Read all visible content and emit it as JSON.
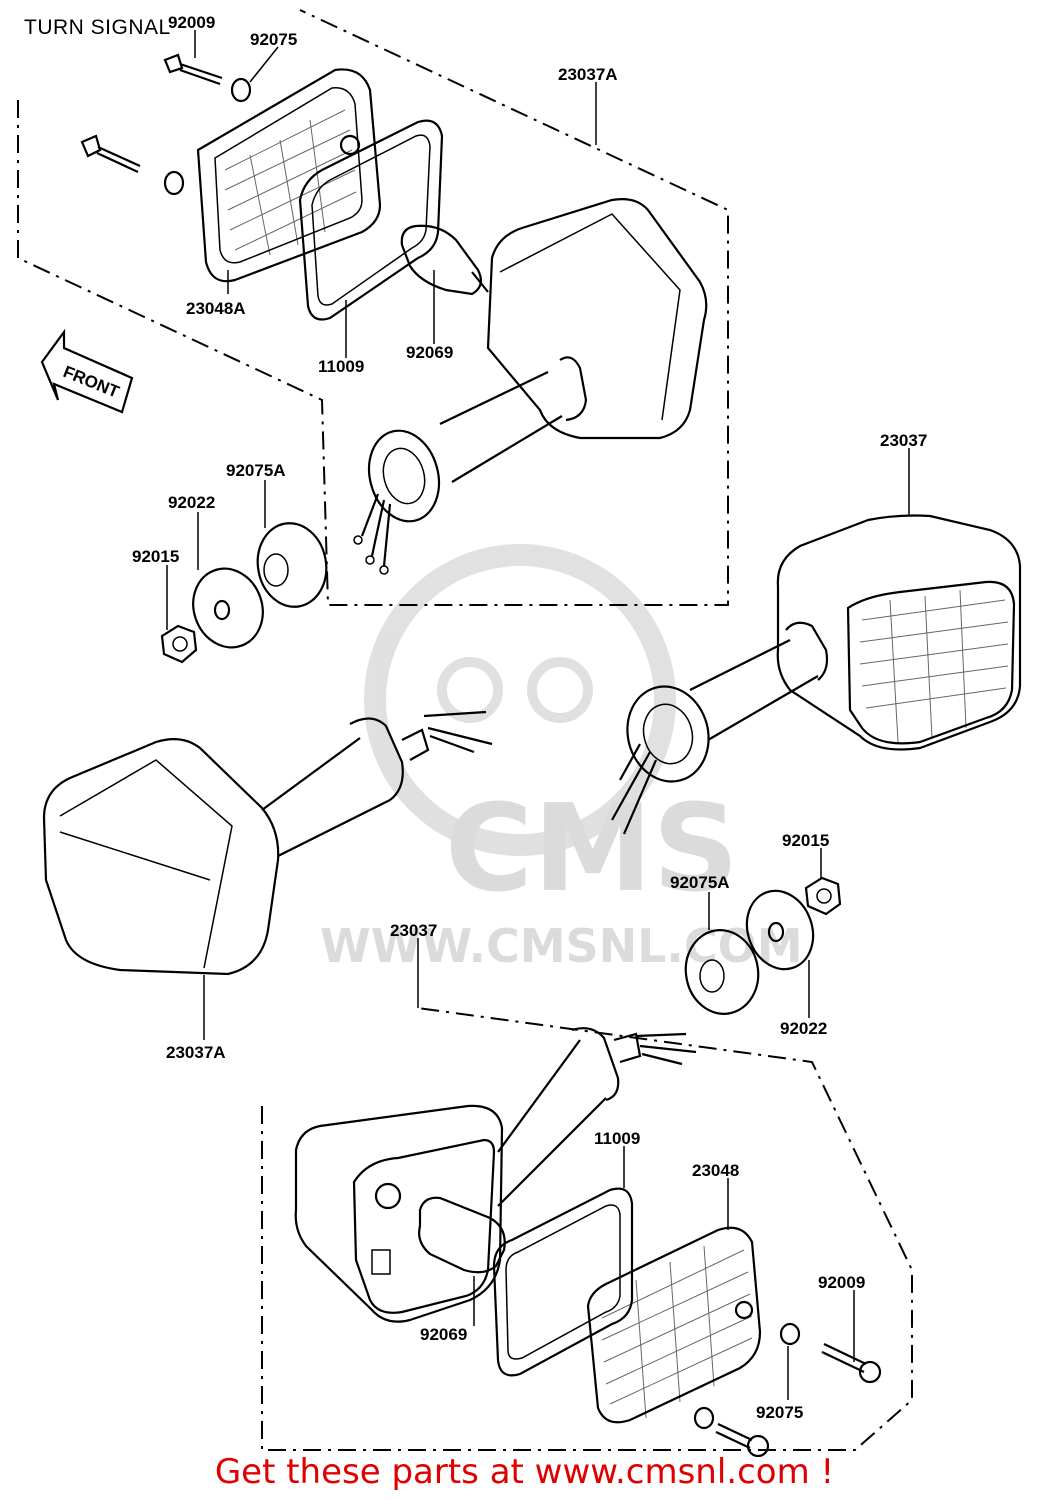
{
  "title": "TURN SIGNAL",
  "footer": "Get these parts at www.cmsnl.com !",
  "watermark": {
    "brand": "CMS",
    "url": "WWW.CMSNL.COM"
  },
  "front_arrow": "FRONT",
  "part_labels": {
    "a": "92009",
    "b": "92075",
    "c": "23037A",
    "d": "23048A",
    "e": "11009",
    "f": "92069",
    "g": "92075A",
    "h": "92022",
    "i": "92015",
    "j": "23037",
    "k": "23037A",
    "l": "92015",
    "m": "92075A",
    "n": "23037",
    "o": "92022",
    "p": "11009",
    "q": "23048",
    "r": "92009",
    "s": "92069",
    "t": "92075"
  },
  "colors": {
    "ink": "#000000",
    "footer": "#e00000",
    "watermark": "#bfbfbf"
  }
}
